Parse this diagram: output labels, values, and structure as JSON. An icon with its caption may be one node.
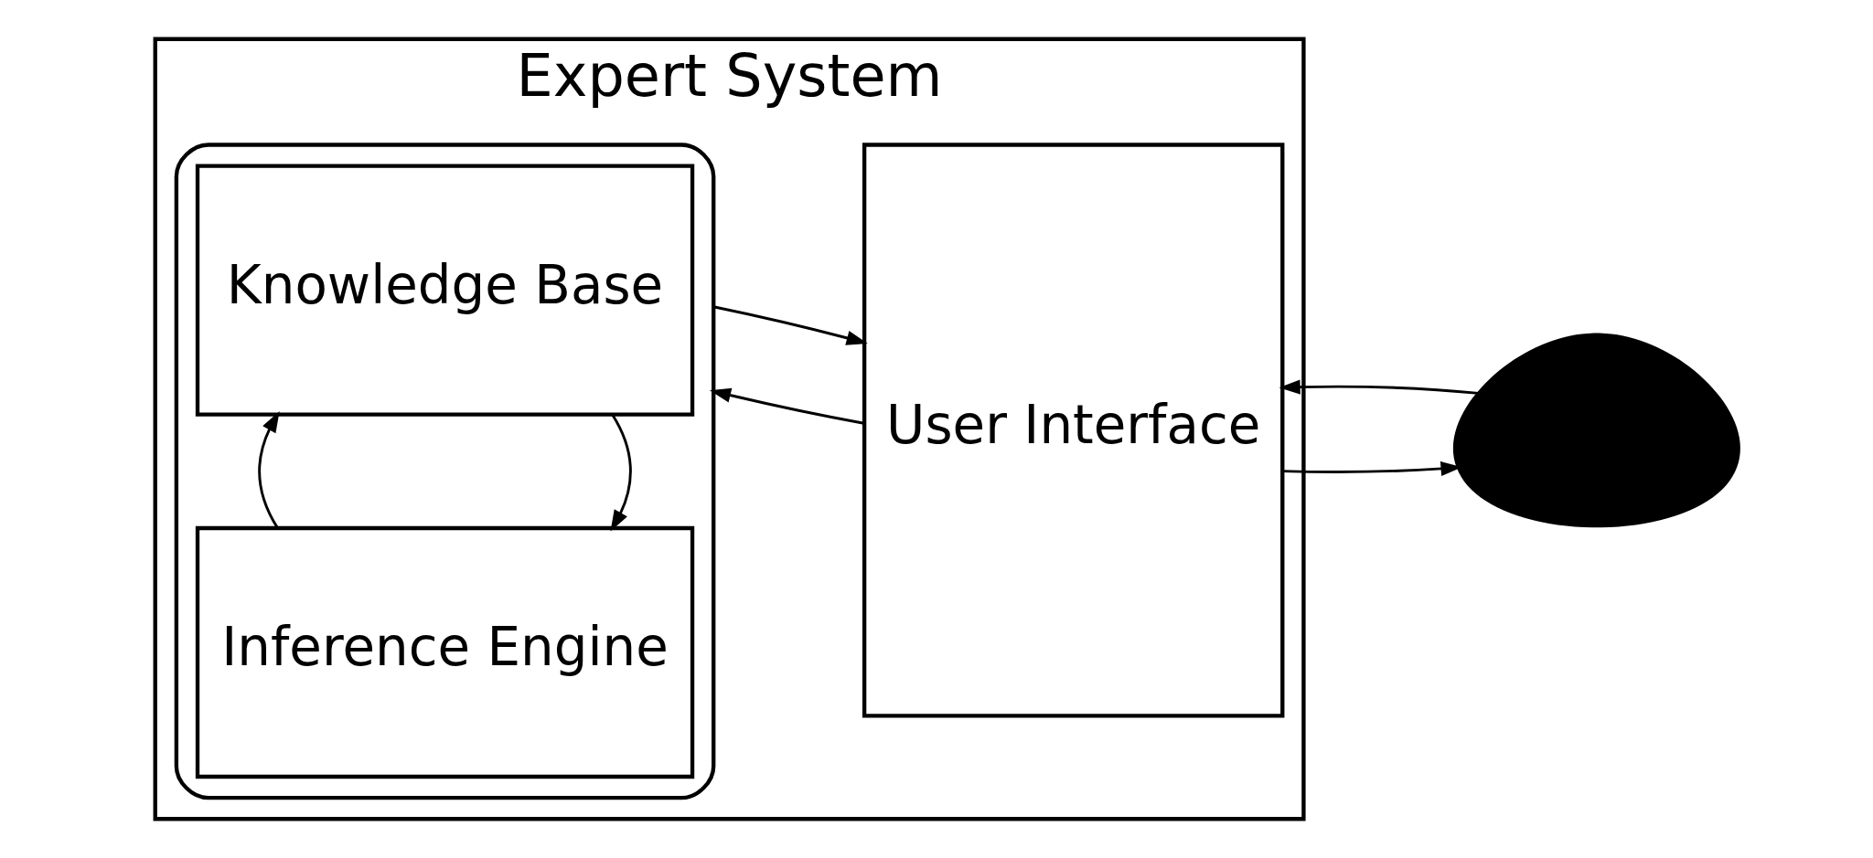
{
  "diagram": {
    "nodes": [
      {
        "text": [
          "Expert System"
        ]
      },
      {
        "text": [],
        "shape": "box",
        "in": 0
      },
      {
        "text": [
          "Knowledge Base"
        ],
        "in": 1
      },
      {
        "text": [
          "Inference Engine"
        ],
        "in": 1
      },
      {
        "text": [
          "User Interface"
        ],
        "in": 0
      },
      {
        "text": [],
        "shape": "person"
      }
    ],
    "edges": [
      {
        "from": 2,
        "to": 3,
        "arrow": "to"
      },
      {
        "from": 3,
        "to": 2,
        "arrow": "to"
      },
      {
        "from": 4,
        "to": 1,
        "arrow": "to"
      },
      {
        "from": 1,
        "to": 4,
        "arrow": "to"
      },
      {
        "from": 4,
        "to": 5,
        "arrow": "to"
      },
      {
        "from": 5,
        "to": 4,
        "arrow": "to"
      }
    ]
  }
}
